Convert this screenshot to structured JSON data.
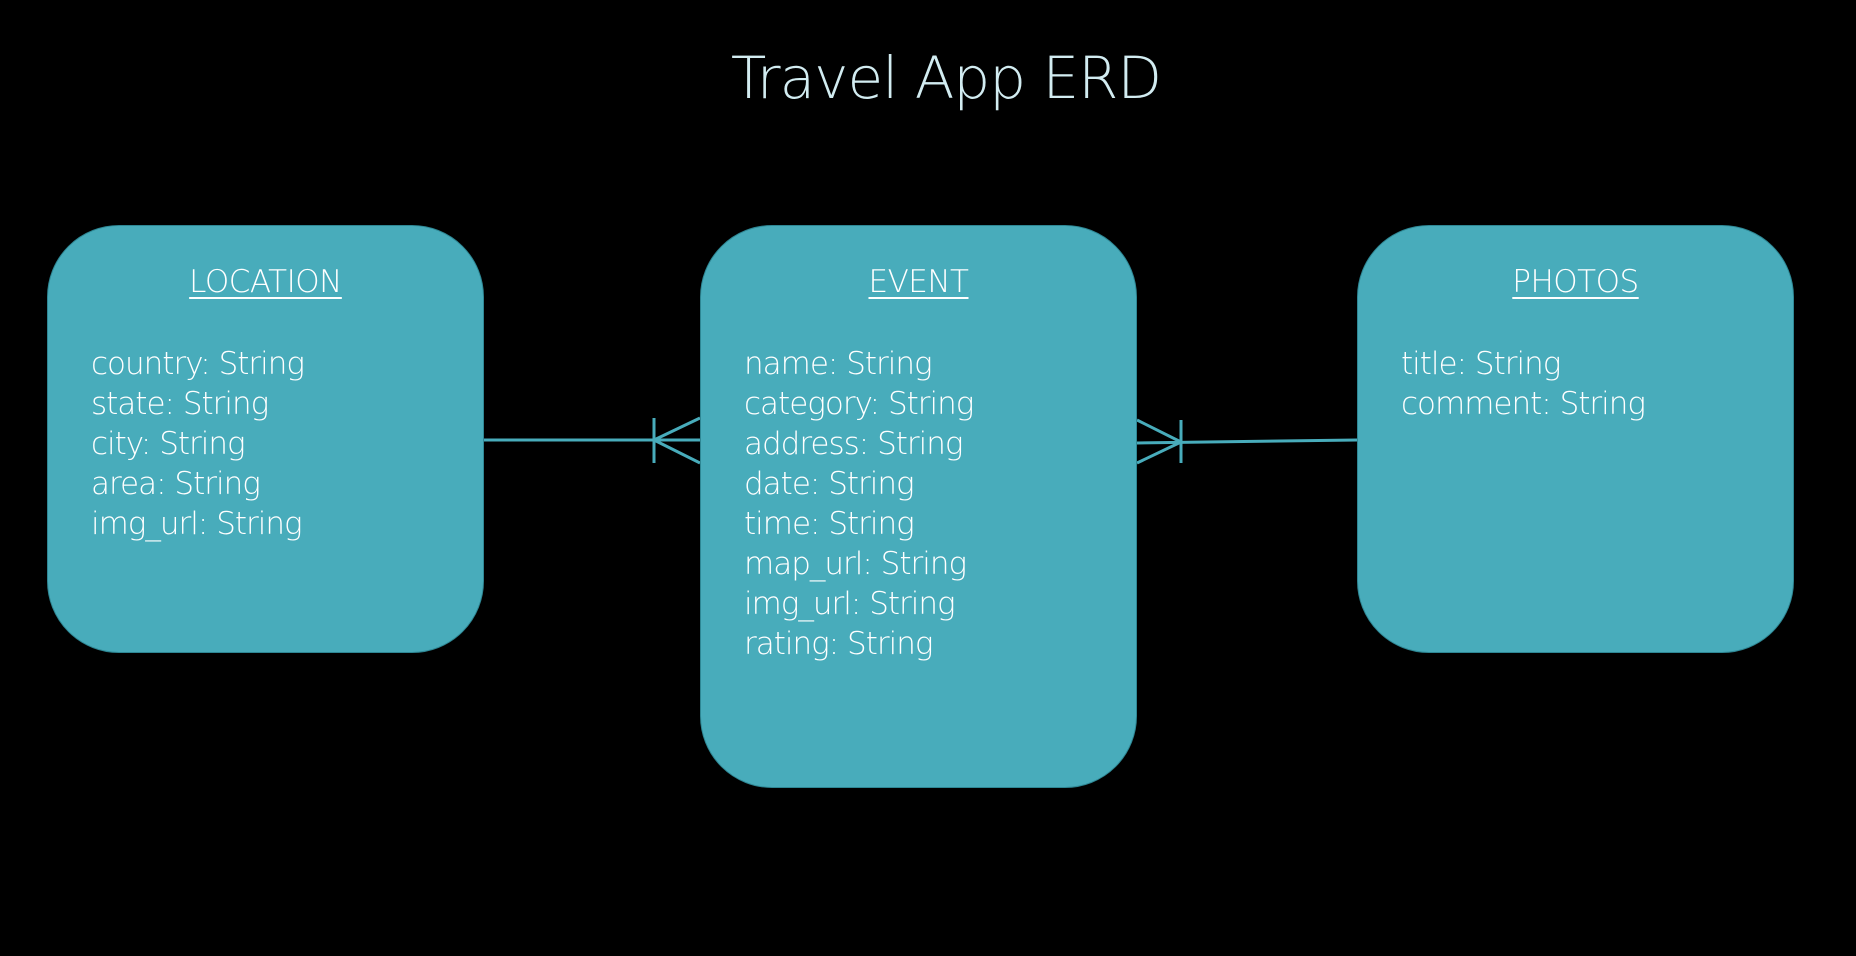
{
  "title": "Travel App ERD",
  "colors": {
    "background": "#000000",
    "entity_fill": "#48acbb",
    "entity_border": "#2e8794",
    "text": "#ffffff",
    "title": "#d2ecf1",
    "connector": "#48acbb"
  },
  "entities": [
    {
      "name": "LOCATION",
      "attributes": [
        "country: String",
        "state: String",
        "city: String",
        "area: String",
        "img_url: String"
      ]
    },
    {
      "name": "EVENT",
      "attributes": [
        "name: String",
        "category: String",
        "address: String",
        "date: String",
        "time: String",
        "map_url: String",
        "img_url: String",
        "rating: String"
      ]
    },
    {
      "name": "PHOTOS",
      "attributes": [
        "title: String",
        "comment: String"
      ]
    }
  ],
  "relationships": [
    {
      "from": "LOCATION",
      "to": "EVENT",
      "notation": "one-to-many (crow's foot at EVENT)"
    },
    {
      "from": "PHOTOS",
      "to": "EVENT",
      "notation": "one-to-many (crow's foot at EVENT)"
    }
  ]
}
